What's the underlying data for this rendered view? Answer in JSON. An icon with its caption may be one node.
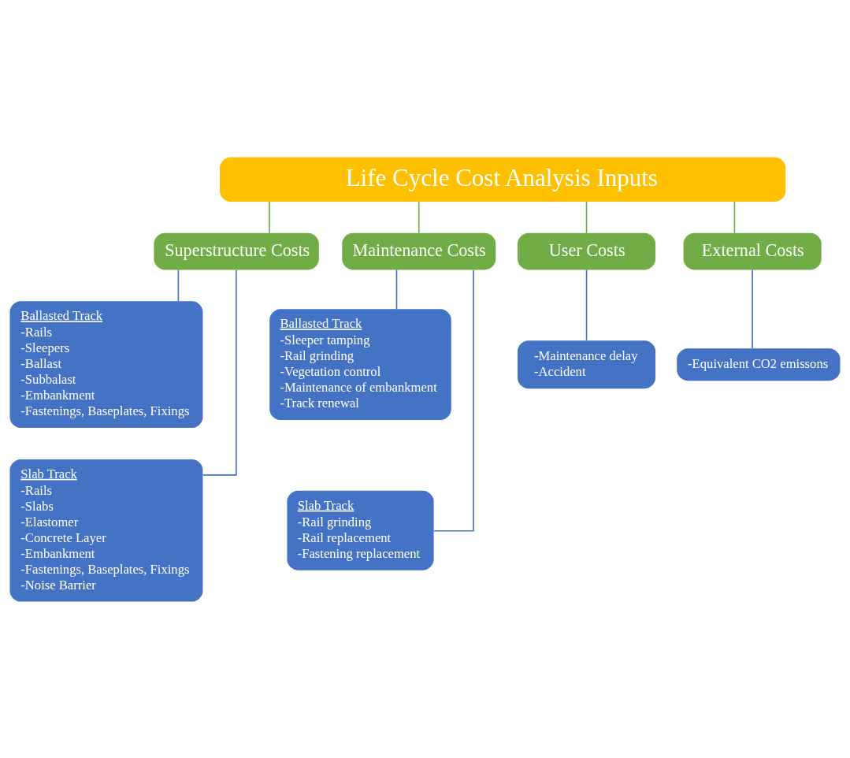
{
  "diagram": {
    "nodes": [
      {
        "text": [
          "Life Cycle Cost Analysis Inputs"
        ]
      },
      {
        "text": [
          "Superstructure Costs"
        ]
      },
      {
        "text": [
          "Maintenance Costs"
        ]
      },
      {
        "text": [
          "User Costs"
        ]
      },
      {
        "text": [
          "External Costs"
        ]
      },
      {
        "text": [
          "Ballasted Track",
          "-Rails",
          "-Sleepers",
          "-Ballast",
          "-Subbalast",
          "-Embankment",
          "-Fastenings, Baseplates, Fixings"
        ]
      },
      {
        "text": [
          "Slab Track",
          "-Rails",
          "-Slabs",
          "-Elastomer",
          "-Concrete Layer",
          "-Embankment",
          "-Fastenings, Baseplates, Fixings",
          "-Noise Barrier"
        ]
      },
      {
        "text": [
          "Ballasted Track",
          "-Sleeper tamping",
          "-Rail grinding",
          "-Vegetation control",
          "-Maintenance of embankment",
          "-Track renewal"
        ]
      },
      {
        "text": [
          "Slab Track",
          "-Rail grinding",
          "-Rail replacement",
          "-Fastening replacement"
        ]
      },
      {
        "text": [
          "-Maintenance delay",
          "-Accident"
        ]
      },
      {
        "text": [
          "-Equivalent CO2 emissons"
        ]
      }
    ],
    "edges": [
      {
        "from": 0,
        "to": 1,
        "arrow": "none",
        "color": "#70ad47"
      },
      {
        "from": 0,
        "to": 2,
        "arrow": "none",
        "color": "#70ad47"
      },
      {
        "from": 0,
        "to": 3,
        "arrow": "none",
        "color": "#70ad47"
      },
      {
        "from": 0,
        "to": 4,
        "arrow": "none",
        "color": "#70ad47"
      },
      {
        "from": 1,
        "to": 5,
        "arrow": "none"
      },
      {
        "from": 1,
        "to": 6,
        "arrow": "none"
      },
      {
        "from": 2,
        "to": 7,
        "arrow": "none"
      },
      {
        "from": 2,
        "to": 8,
        "arrow": "none"
      },
      {
        "from": 3,
        "to": 9,
        "arrow": "none"
      },
      {
        "from": 4,
        "to": 10,
        "arrow": "none"
      }
    ]
  }
}
